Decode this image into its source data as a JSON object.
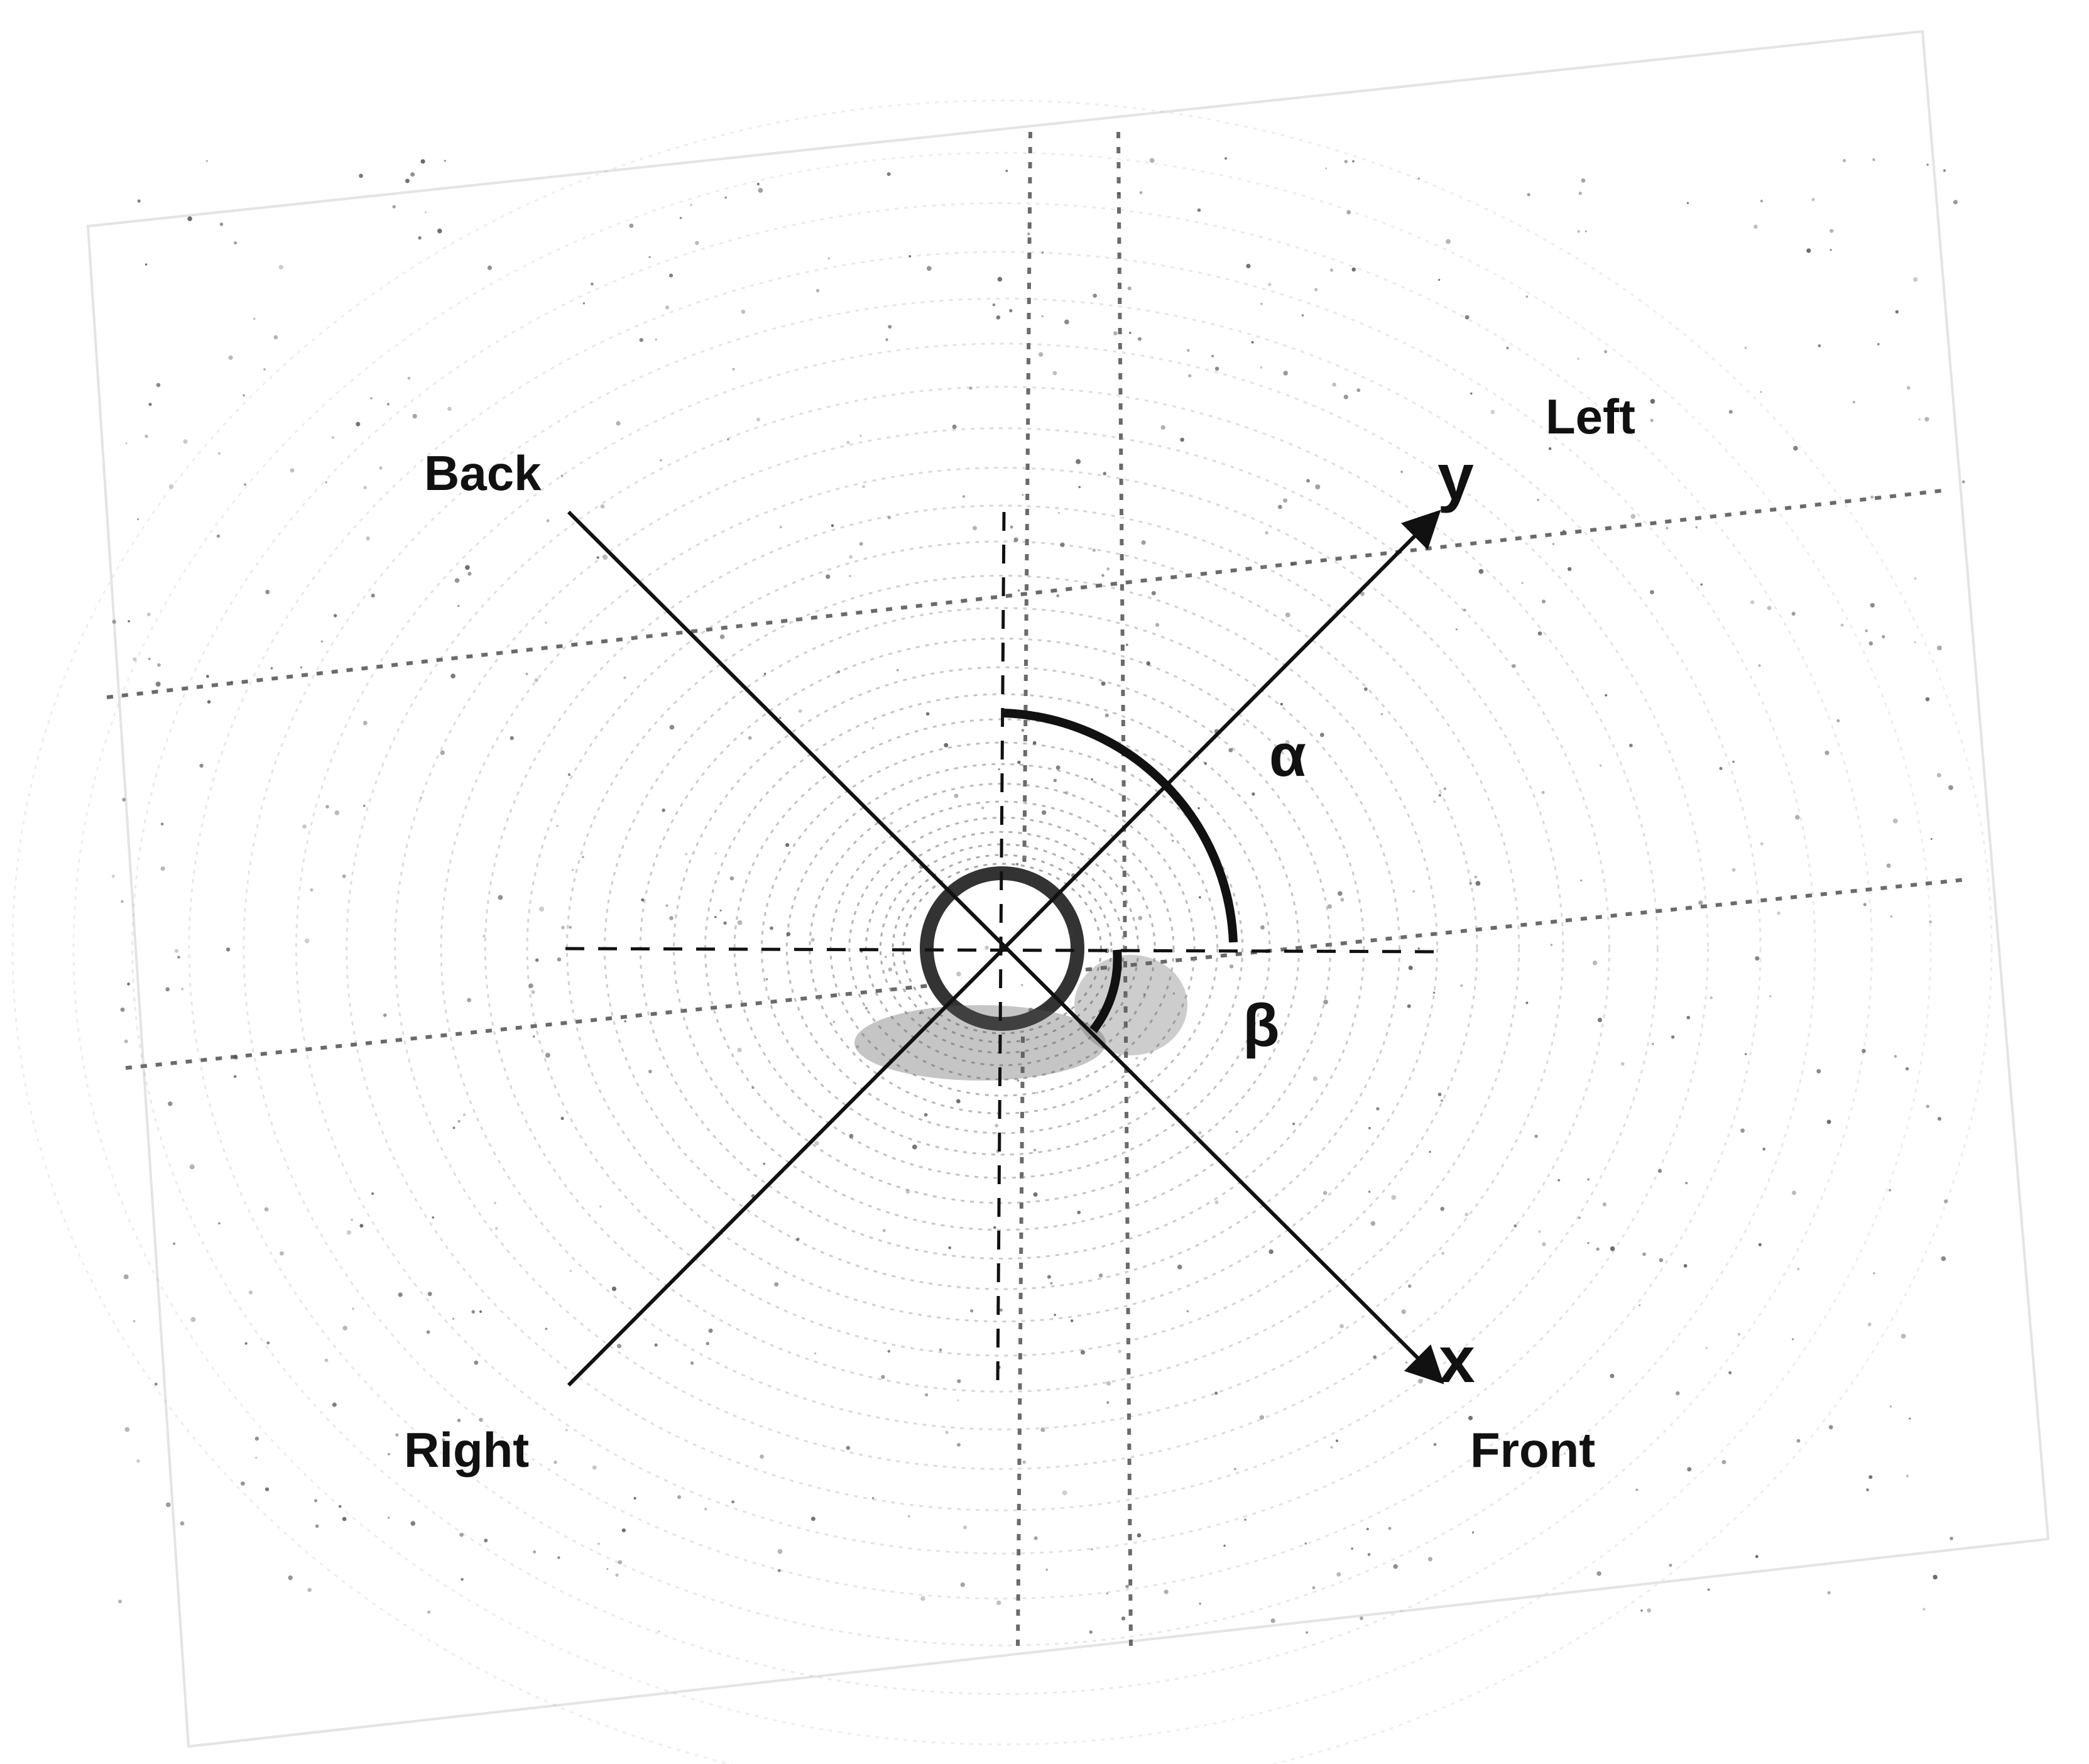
{
  "labels": {
    "back": "Back",
    "left": "Left",
    "right": "Right",
    "front": "Front",
    "x_axis": "x",
    "y_axis": "y",
    "alpha": "α",
    "beta": "β"
  },
  "colors": {
    "ink": "#111111",
    "points": "#3a3a3a",
    "background": "#ffffff"
  }
}
